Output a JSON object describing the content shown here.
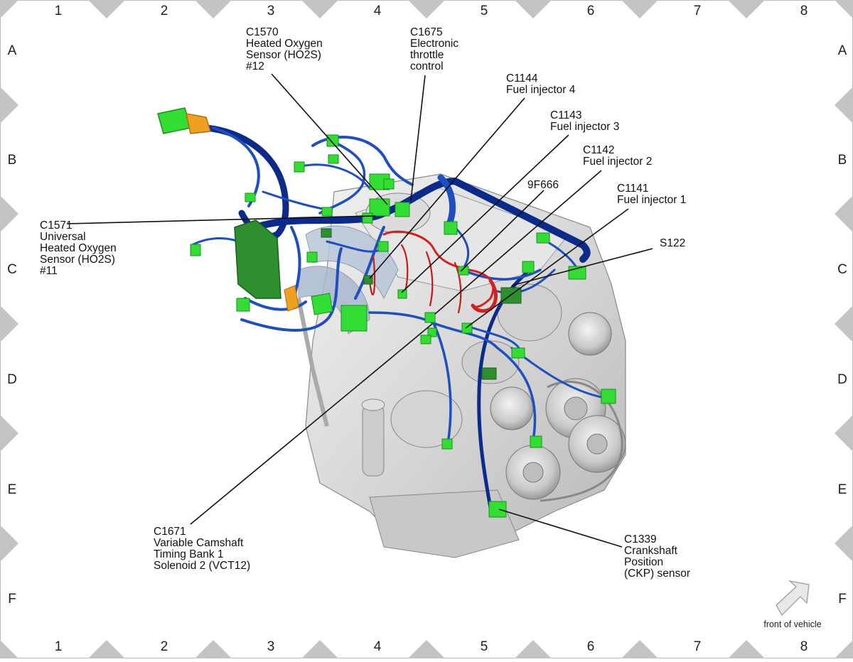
{
  "grid": {
    "columns": [
      "1",
      "2",
      "3",
      "4",
      "5",
      "6",
      "7",
      "8"
    ],
    "rows": [
      "A",
      "B",
      "C",
      "D",
      "E",
      "F"
    ]
  },
  "callouts": [
    {
      "id": "c1570",
      "lines": [
        "C1570",
        "Heated Oxygen",
        "Sensor (HO2S)",
        "#12"
      ]
    },
    {
      "id": "c1675",
      "lines": [
        "C1675",
        "Electronic",
        "throttle",
        "control"
      ]
    },
    {
      "id": "c1144",
      "lines": [
        "C1144",
        "Fuel injector 4"
      ]
    },
    {
      "id": "c1143",
      "lines": [
        "C1143",
        "Fuel injector 3"
      ]
    },
    {
      "id": "c1142",
      "lines": [
        "C1142",
        "Fuel injector 2"
      ]
    },
    {
      "id": "9f666",
      "lines": [
        "9F666"
      ]
    },
    {
      "id": "c1141",
      "lines": [
        "C1141",
        "Fuel injector 1"
      ]
    },
    {
      "id": "s122",
      "lines": [
        "S122"
      ]
    },
    {
      "id": "c1571",
      "lines": [
        "C1571",
        "Universal",
        "Heated Oxygen",
        "Sensor (HO2S)",
        "#11"
      ]
    },
    {
      "id": "c1671",
      "lines": [
        "C1671",
        "Variable Camshaft",
        "Timing Bank 1",
        "Solenoid 2 (VCT12)"
      ]
    },
    {
      "id": "c1339",
      "lines": [
        "C1339",
        "Crankshaft",
        "Position",
        "(CKP) sensor"
      ]
    }
  ],
  "orientation": {
    "label": "front of vehicle",
    "icon": "arrow-up-right-icon"
  },
  "colors": {
    "harness": "#1f4fbf",
    "harness_dark": "#0b2a8a",
    "connector": "#33dd33",
    "connector_dark": "#1a8f1a",
    "injector_wire": "#d42020",
    "orange": "#f0a020",
    "engine": "#d6d6d6"
  }
}
